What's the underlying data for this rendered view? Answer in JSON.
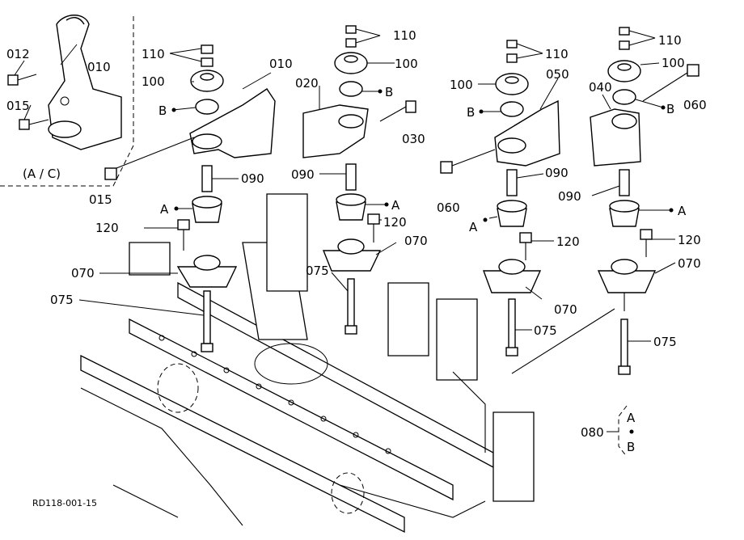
{
  "labels": {
    "p012": "012",
    "p010a": "010",
    "p015a": "015",
    "pAC": "(A / C)",
    "p015b": "015",
    "p110a": "110",
    "p100a": "100",
    "pBa": "B",
    "p010b": "010",
    "p090a": "090",
    "pAa": "A",
    "p120a": "120",
    "p070a": "070",
    "p075a": "075",
    "p110b": "110",
    "p100b": "100",
    "p020": "020",
    "pBb": "B",
    "p030": "030",
    "p090b": "090",
    "pAb": "A",
    "p120b": "120",
    "p070b": "070",
    "p075b": "075",
    "p110c": "110",
    "p050": "050",
    "p100c": "100",
    "pBc": "B",
    "p060a": "060",
    "p090c": "090",
    "pAc": "A",
    "p120c": "120",
    "p070c": "070",
    "p075c": "075",
    "p110d": "110",
    "p100d": "100",
    "p040": "040",
    "pBd": "B",
    "p060b": "060",
    "p090d": "090",
    "pAd": "A",
    "p120d": "120",
    "p070d": "070",
    "p075d": "075",
    "p080": "080",
    "p080A": "A",
    "p080B": "B"
  },
  "ref_code": "RD118-001-15"
}
